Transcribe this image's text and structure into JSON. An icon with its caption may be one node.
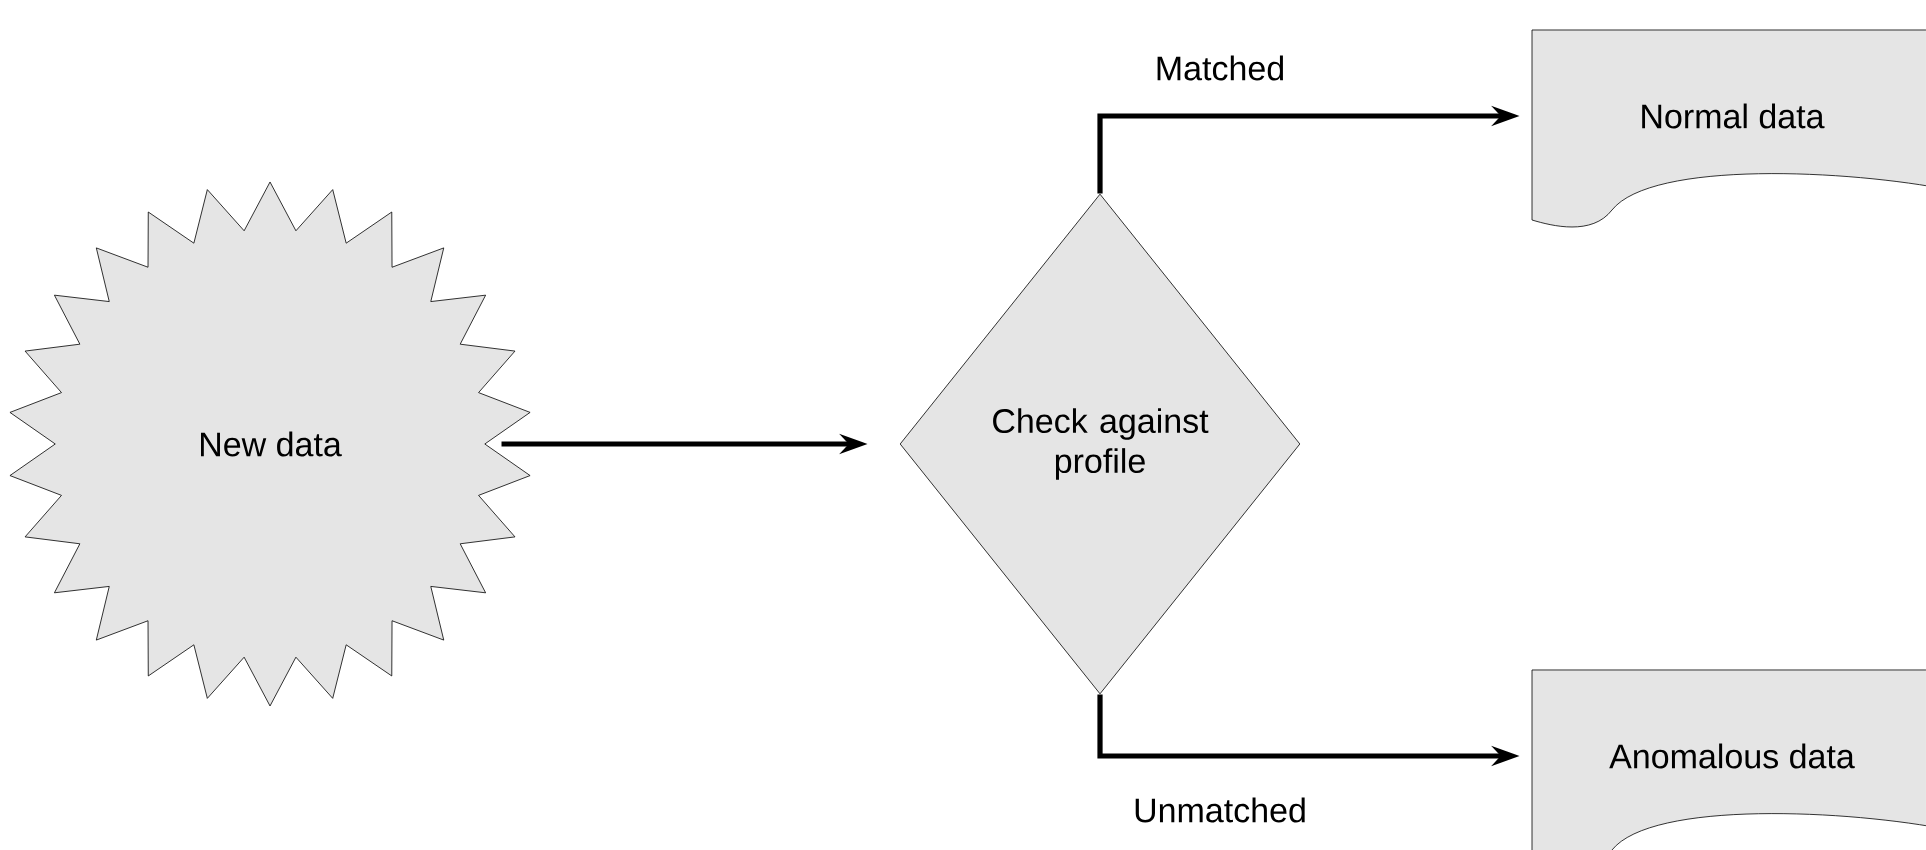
{
  "diagram": {
    "nodes": [
      {
        "text": [
          "New data"
        ]
      },
      {
        "text": [
          "Check against profile"
        ]
      },
      {
        "text": [
          "Normal data"
        ]
      },
      {
        "text": [
          "Anomalous data"
        ]
      }
    ],
    "edges": [
      {
        "from": 0,
        "to": 1,
        "arrow": "to"
      },
      {
        "from": 1,
        "to": 2,
        "arrow": "to",
        "label": "Matched"
      },
      {
        "from": 1,
        "to": 3,
        "arrow": "to",
        "label": "Unmatched"
      }
    ]
  }
}
